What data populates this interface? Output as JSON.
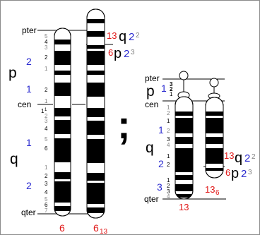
{
  "colors": {
    "band": "#000000",
    "black": "#000000",
    "blue": "#2b2bd0",
    "red": "#e01818",
    "grey": "#808080",
    "frame": "#8a8a8a"
  },
  "left_figure": {
    "row_labels": {
      "pter": "pter",
      "cen": "cen",
      "qter": "qter"
    },
    "arm_labels": {
      "p": "p",
      "q": "q"
    },
    "region_labels": {
      "p2": "2",
      "p1": "1",
      "q1": "1",
      "q2": "2"
    },
    "band_numbers": {
      "p": [
        "5",
        "4",
        "3",
        "2",
        "1",
        "2",
        "1"
      ],
      "q": [
        "1",
        "2",
        "3",
        "4",
        "5",
        "6",
        "1",
        "2",
        "3",
        "4",
        "5",
        "6",
        "7"
      ],
      "q_sub": "1"
    },
    "chromosome_labels": {
      "normal": "6",
      "derivative": "6",
      "derivative_sub": "13"
    },
    "breakpoint_labels": {
      "upper": {
        "chrom": "13",
        "arm": "q",
        "band": "2",
        "sub": "2"
      },
      "lower": {
        "chrom": "6",
        "arm": "p",
        "band": "2",
        "sub": "3"
      }
    }
  },
  "separator": ";",
  "right_figure": {
    "row_labels": {
      "pter": "pter",
      "cen": "cen",
      "qter": "qter"
    },
    "arm_labels": {
      "p": "p",
      "q": "q"
    },
    "region_labels": {
      "p1": "1",
      "q1": "1",
      "q2": "2",
      "q3": "3"
    },
    "band_numbers": {
      "p": [
        "3",
        "2",
        "1"
      ],
      "q": [
        "1",
        "2",
        "1",
        "2",
        "3",
        "4",
        "1",
        "2",
        "1",
        "2",
        "3",
        "4"
      ]
    },
    "chromosome_labels": {
      "normal": "13",
      "derivative": "13",
      "derivative_sub": "6"
    },
    "breakpoint_labels": {
      "upper": {
        "chrom": "13",
        "arm": "q",
        "band": "2",
        "sub": "2"
      },
      "lower": {
        "chrom": "6",
        "arm": "p",
        "band": "2",
        "sub": "3"
      }
    }
  }
}
